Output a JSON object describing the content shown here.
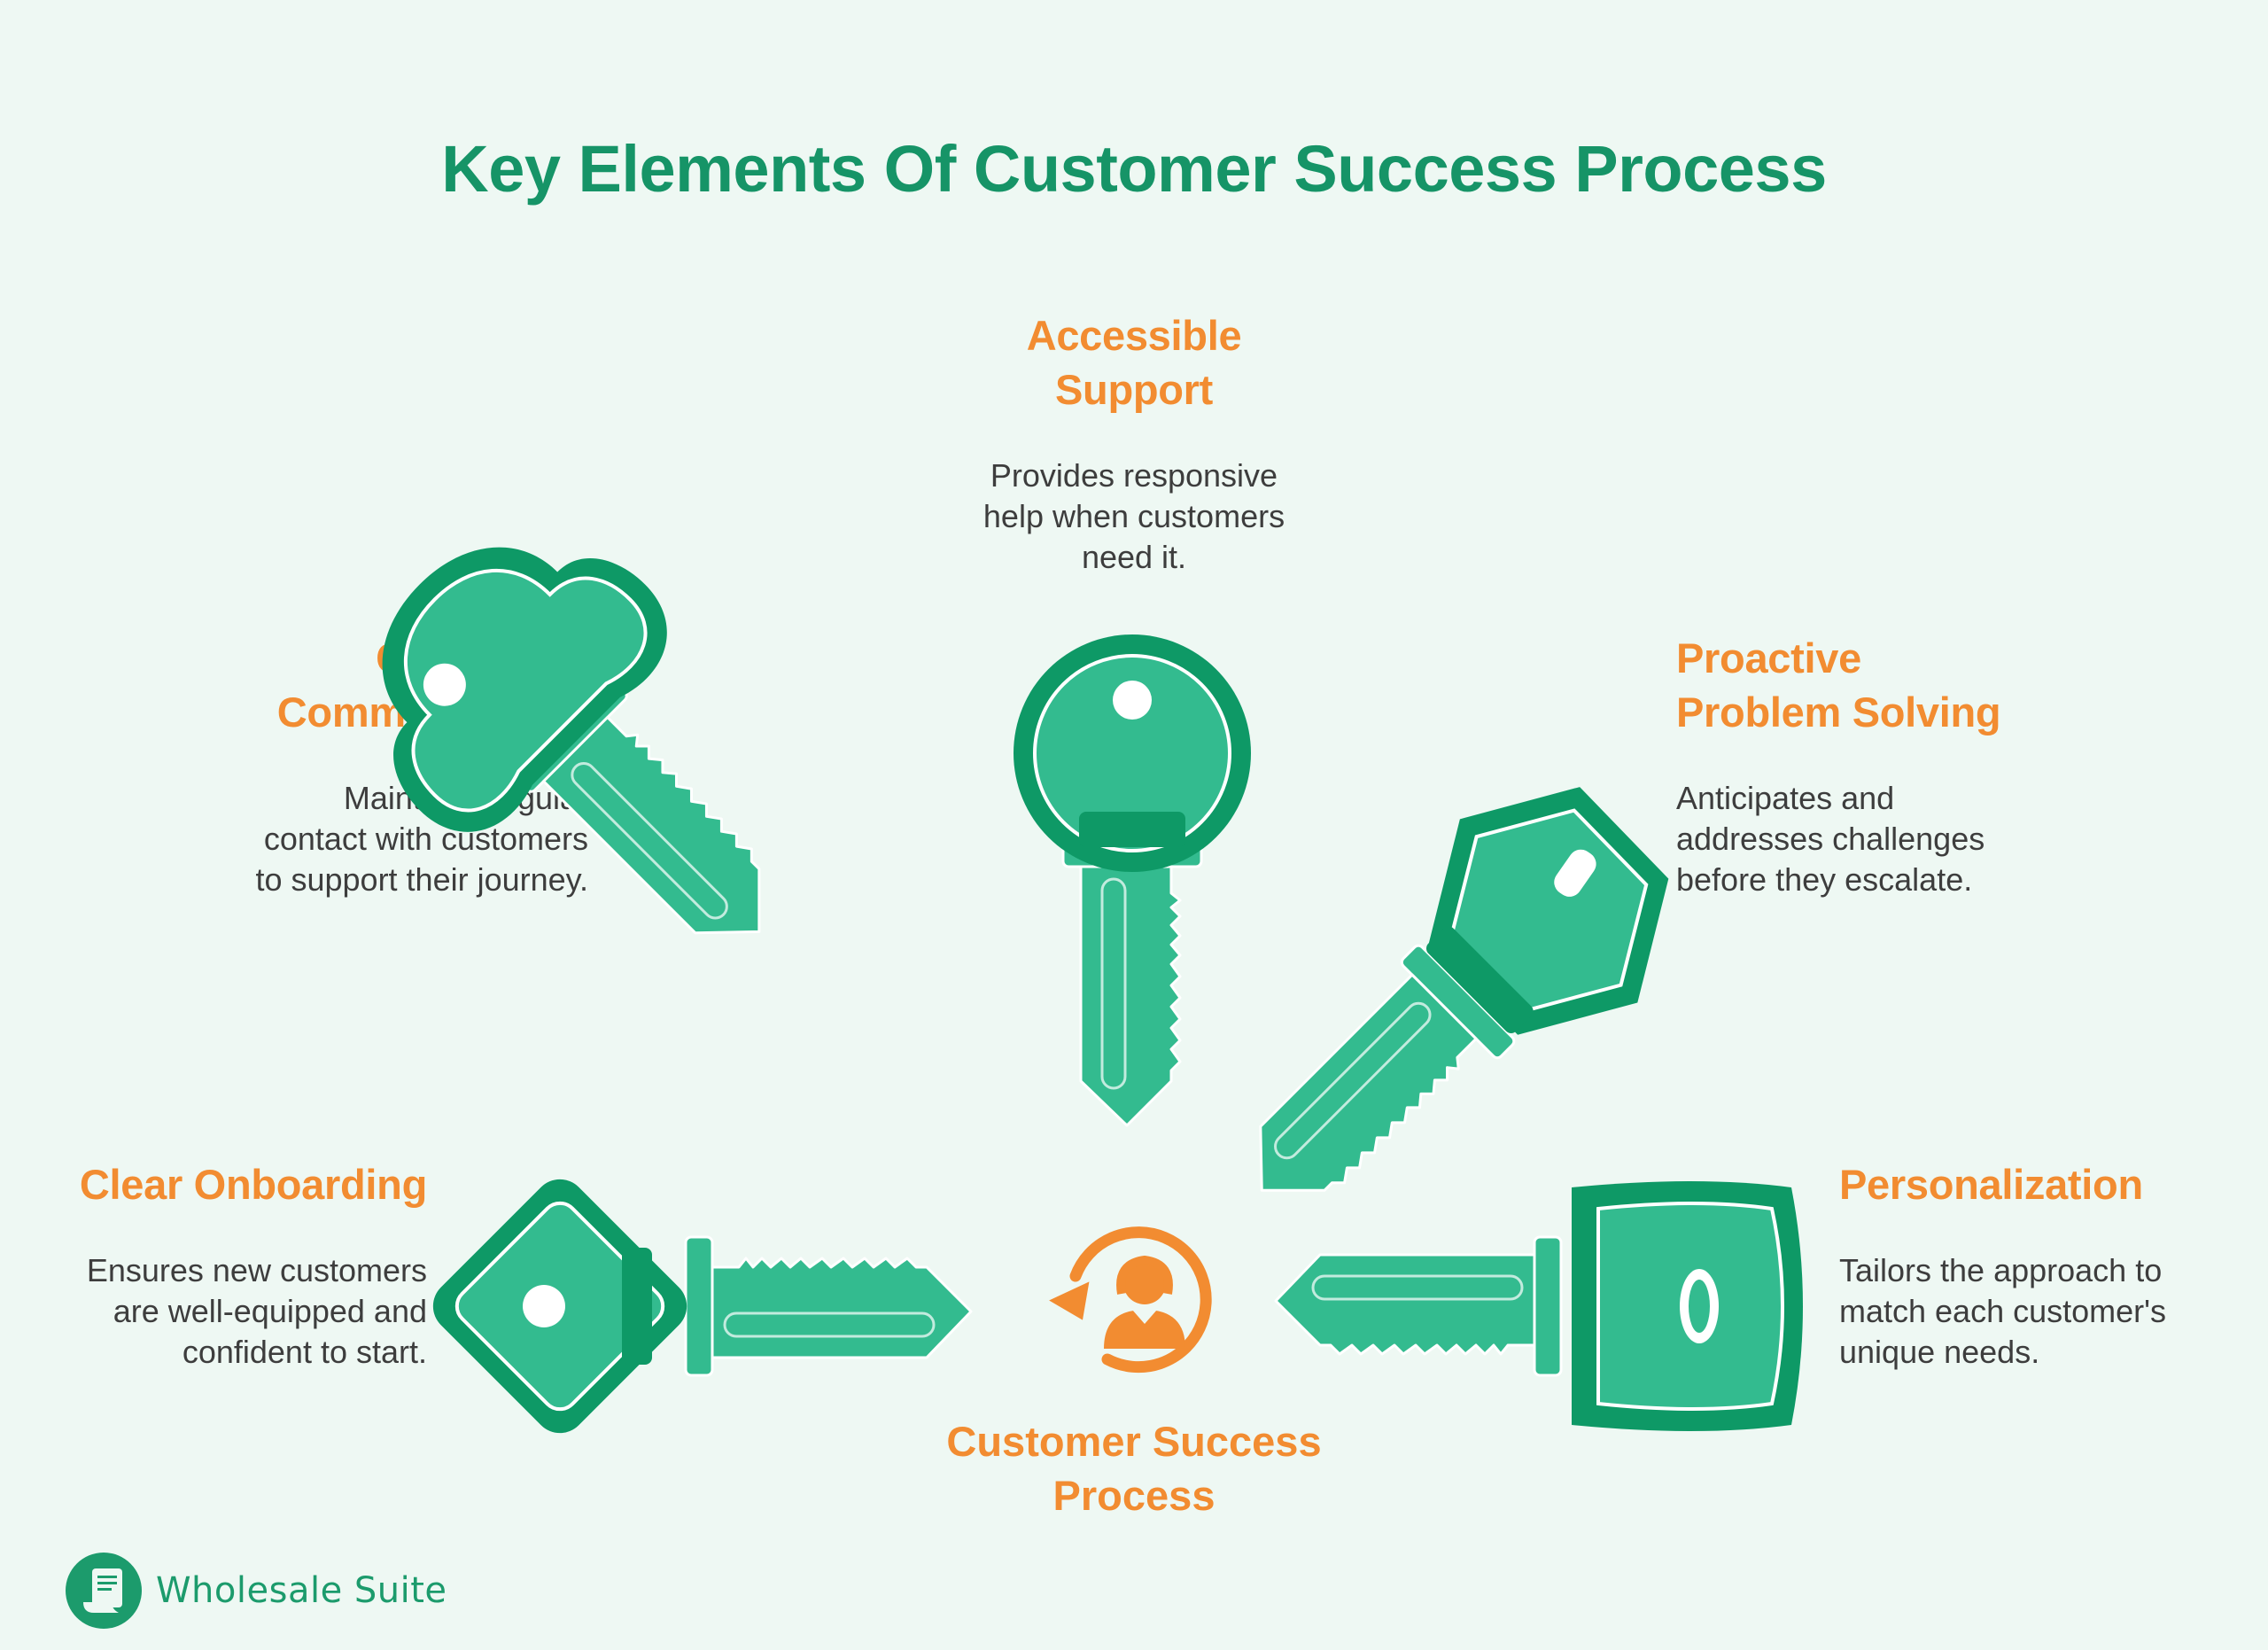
{
  "title": "Key Elements Of Customer Success Process",
  "center": {
    "label_line1": "Customer Success",
    "label_line2": "Process",
    "icon": "customer-cycle-icon"
  },
  "elements": {
    "accessible_support": {
      "title_line1": "Accessible",
      "title_line2": "Support",
      "desc_line1": "Provides responsive",
      "desc_line2": "help when customers",
      "desc_line3": "need it."
    },
    "consistent_communication": {
      "title_line1": "Consistent",
      "title_line2": "Communication",
      "desc_line1": "Maintains regular",
      "desc_line2": "contact with customers",
      "desc_line3": "to support their journey."
    },
    "proactive_problem_solving": {
      "title_line1": "Proactive",
      "title_line2": "Problem Solving",
      "desc_line1": "Anticipates and",
      "desc_line2": "addresses challenges",
      "desc_line3": "before they escalate."
    },
    "clear_onboarding": {
      "title_line1": "Clear Onboarding",
      "desc_line1": "Ensures new customers",
      "desc_line2": "are well-equipped and",
      "desc_line3": "confident to start."
    },
    "personalization": {
      "title_line1": "Personalization",
      "desc_line1": "Tailors the approach to",
      "desc_line2": "match each customer's",
      "desc_line3": "unique needs."
    }
  },
  "logo": {
    "text": "Wholesale Suite",
    "icon": "receipt-scroll-icon"
  },
  "colors": {
    "background": "#eef8f3",
    "title": "#169467",
    "accent": "#f28c31",
    "key_fill": "#33bb8f",
    "key_dark": "#0e9966",
    "body_text": "#3d3d3d"
  }
}
